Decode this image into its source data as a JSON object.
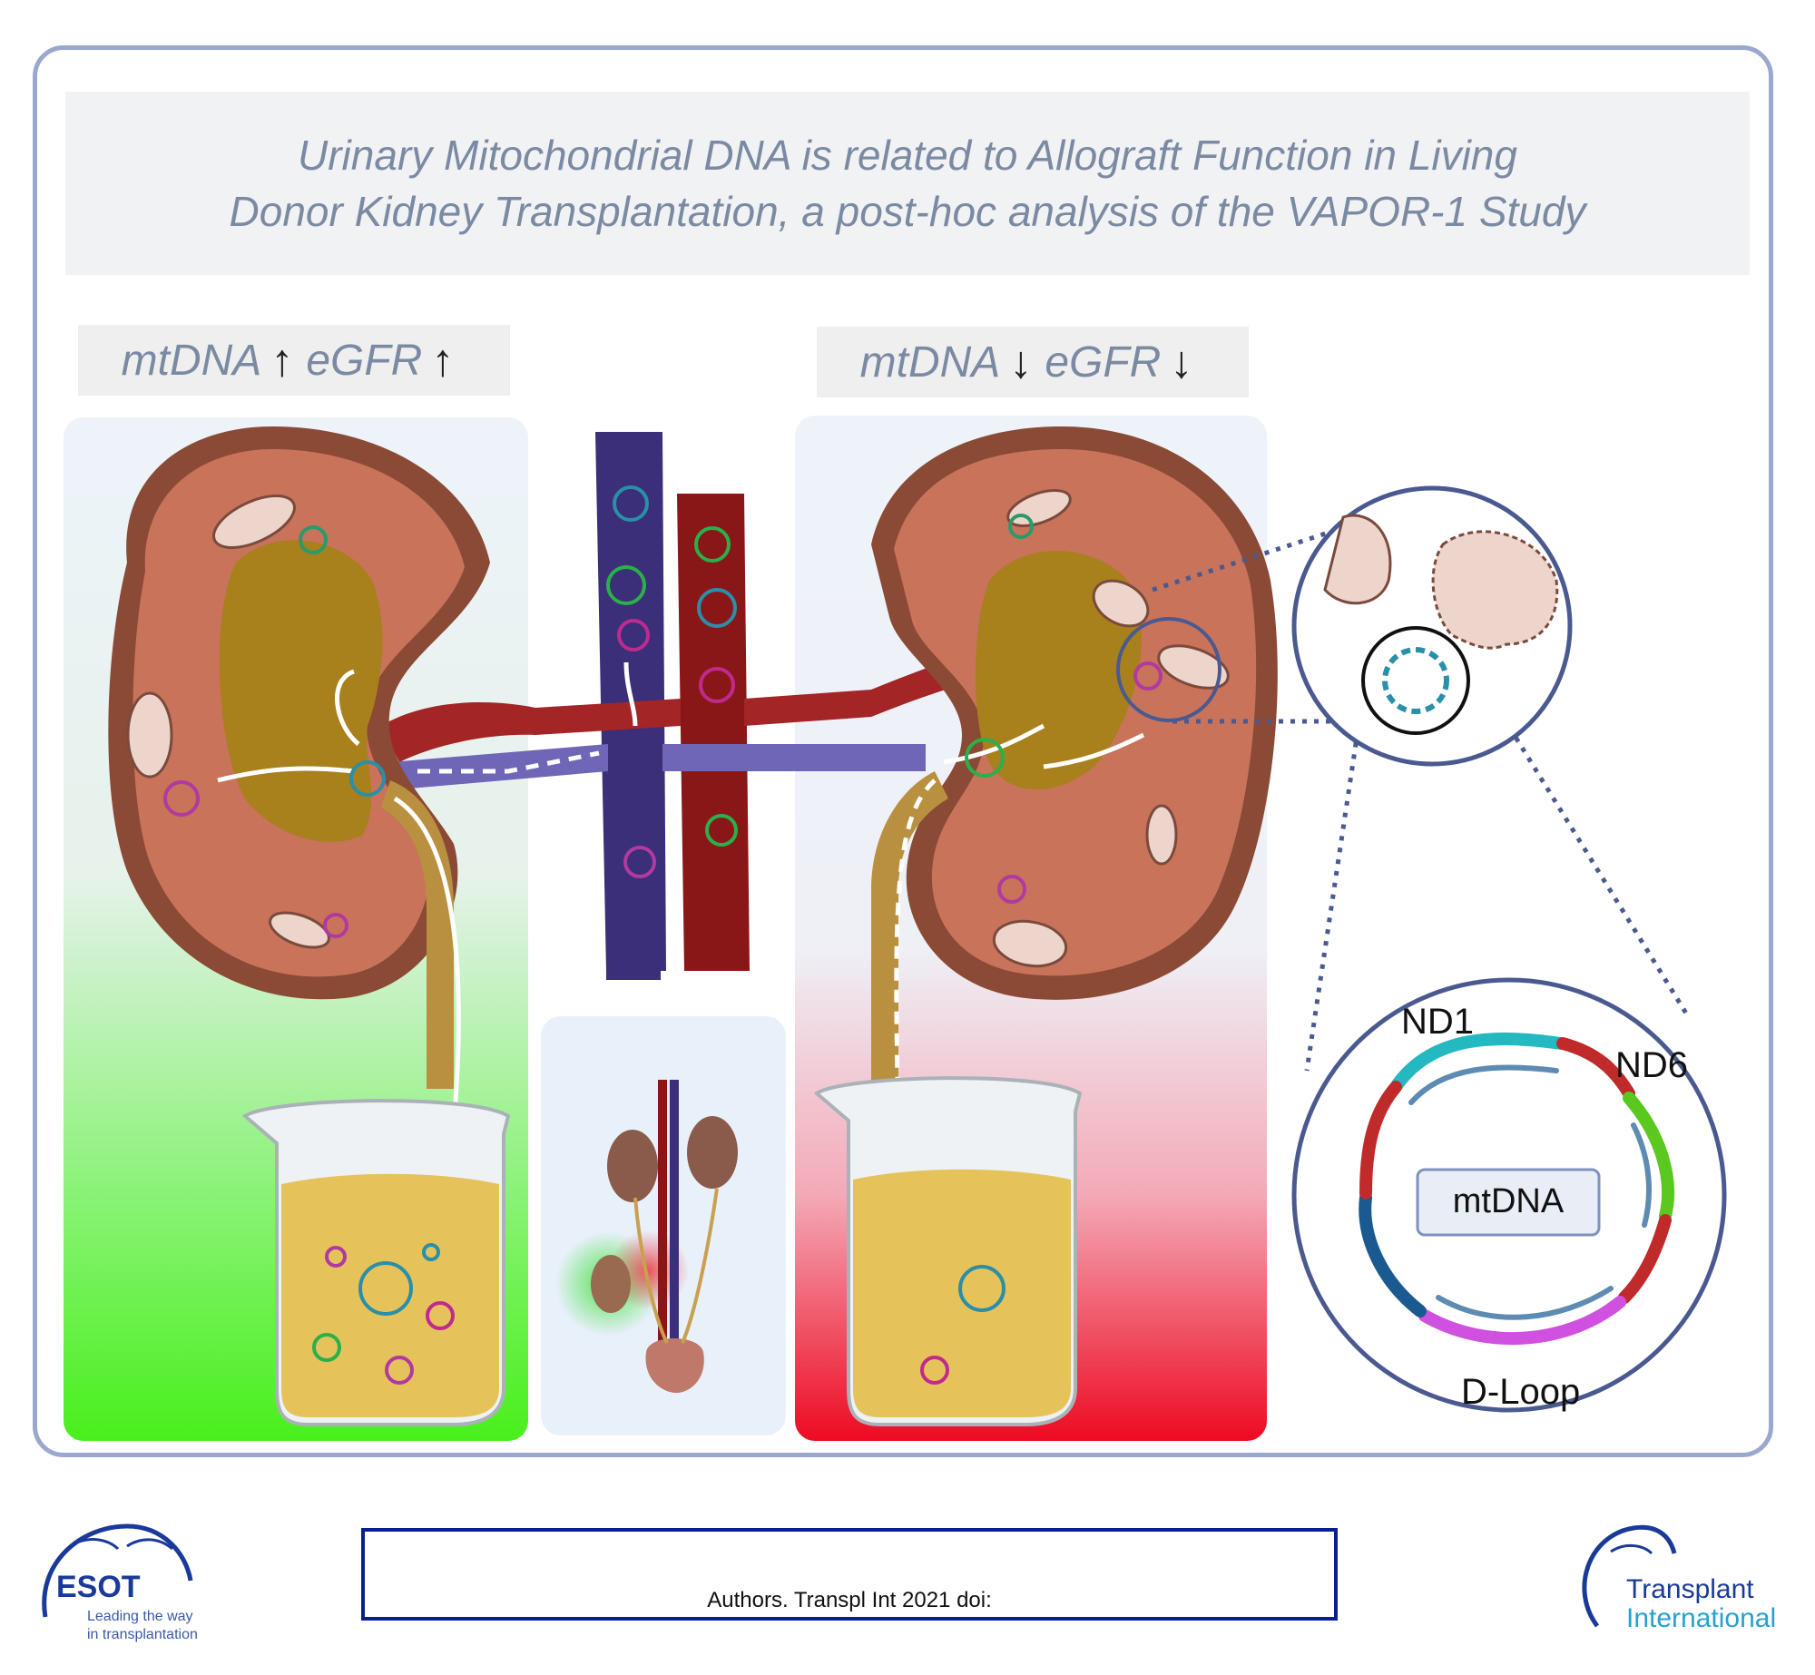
{
  "title_line1": "Urinary Mitochondrial DNA is related to Allograft Function in Living",
  "title_line2": "Donor Kidney Transplantation, a post-hoc analysis of the VAPOR-1 Study",
  "left_tag": {
    "mtdna": "mtDNA",
    "egfr": "eGFR",
    "arrow": "↑"
  },
  "right_tag": {
    "mtdna": "mtDNA",
    "egfr": "eGFR",
    "arrow": "↓"
  },
  "dna_labels": {
    "nd1": "ND1",
    "nd6": "ND6",
    "dloop": "D-Loop",
    "center": "mtDNA"
  },
  "authors": "Authors. Transpl Int 2021 doi:",
  "esot": {
    "name": "ESOT",
    "tagline1": "Leading the way",
    "tagline2": "in transplantation"
  },
  "journal": {
    "line1": "Transplant",
    "line2": "International"
  },
  "colors": {
    "frame": "#9aa8cf",
    "title": "#7b8aa3",
    "vein": "#3a2f78",
    "artery": "#8a1717",
    "urine": "#e6c35a"
  }
}
